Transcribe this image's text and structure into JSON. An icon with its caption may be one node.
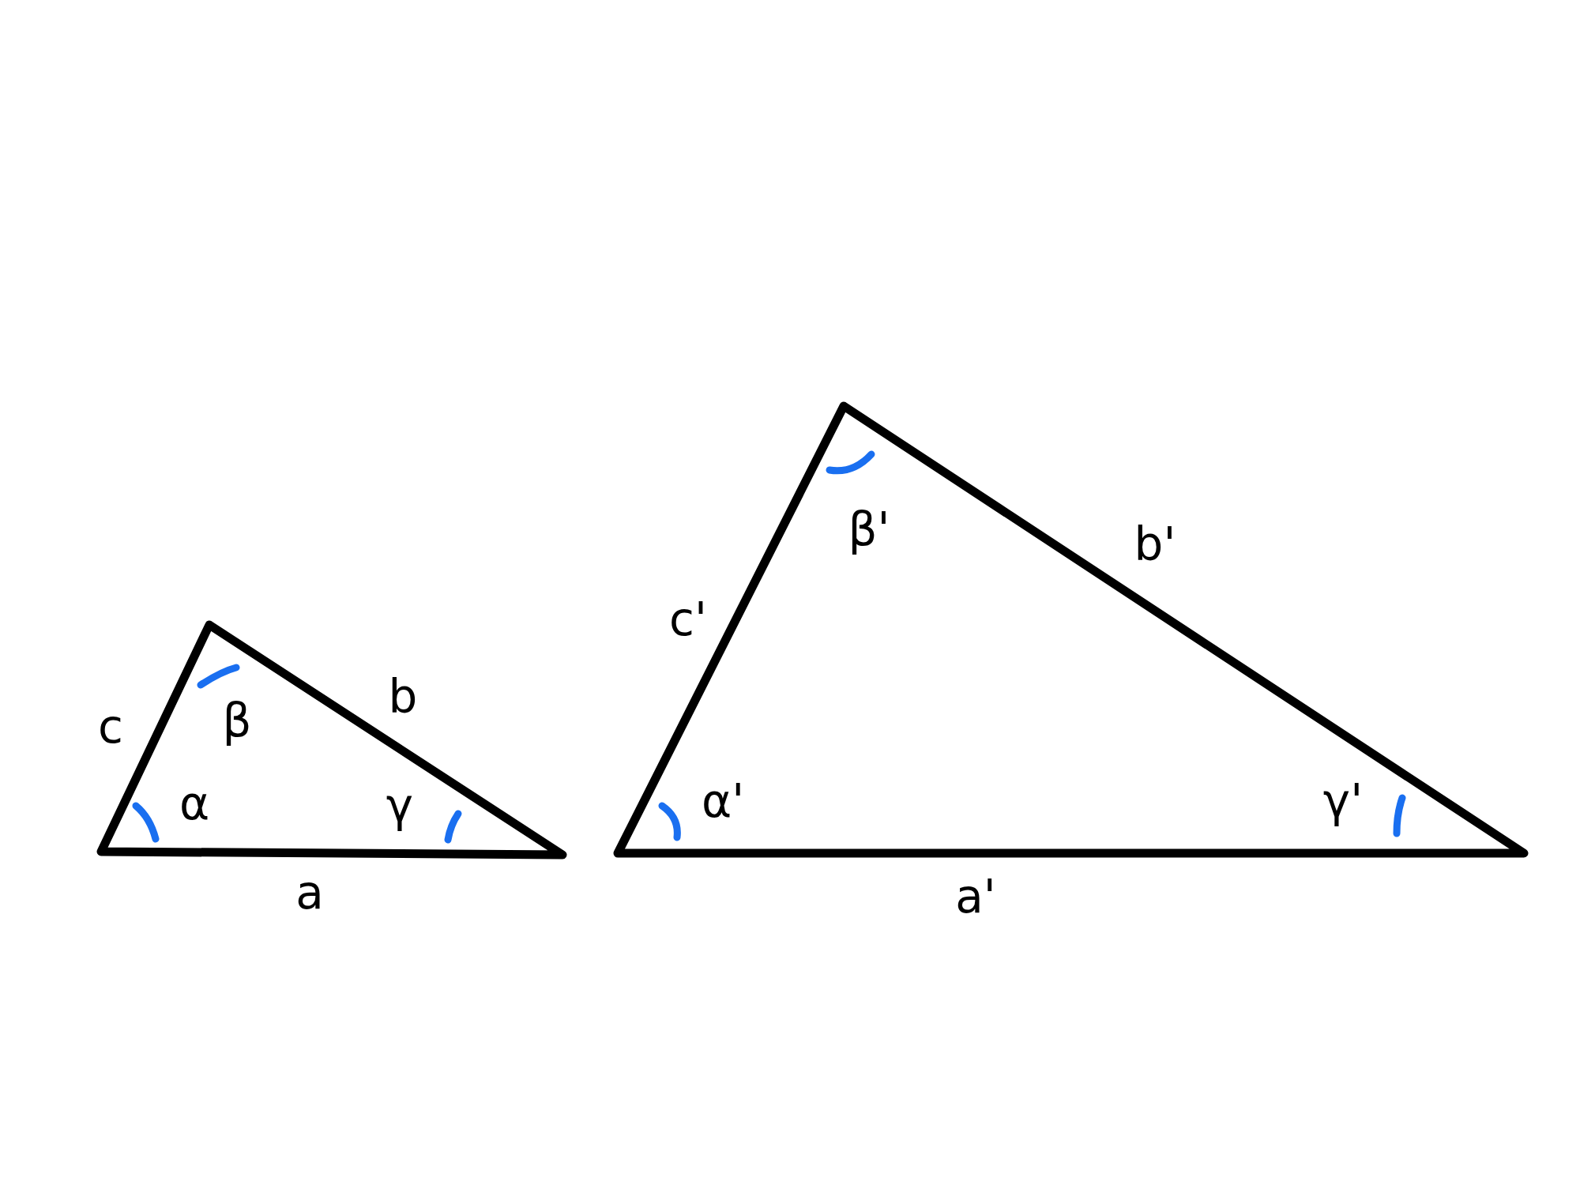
{
  "diagram": {
    "labels": [
      "c",
      "β",
      "b",
      "α",
      "γ",
      "a",
      "c'",
      "β'",
      "b'",
      "α'",
      "γ'",
      "a'"
    ]
  }
}
